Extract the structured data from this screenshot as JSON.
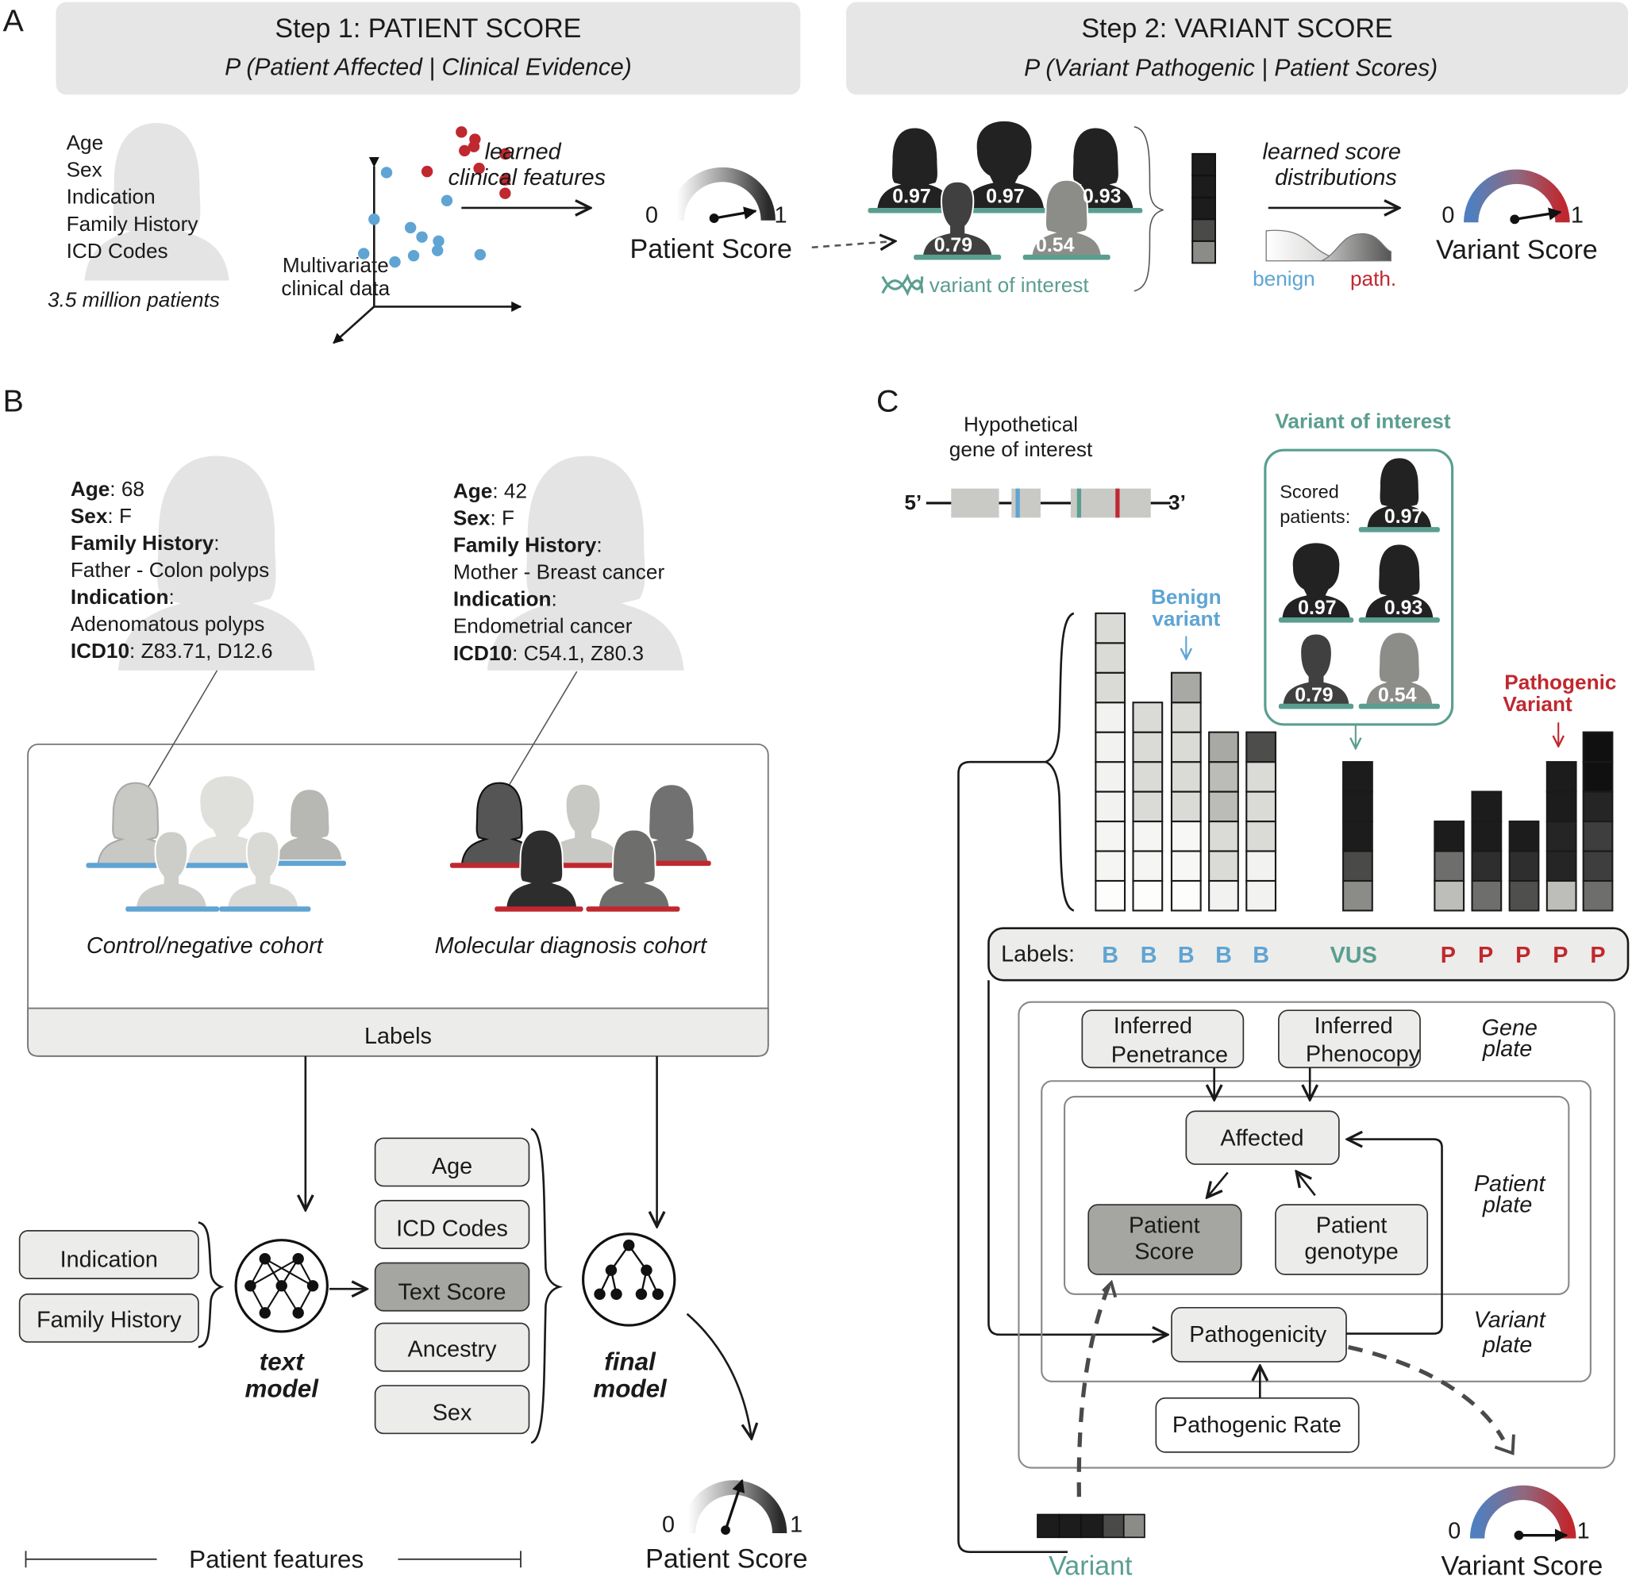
{
  "colors": {
    "blue": "#5fa4d3",
    "red": "#c0282f",
    "teal": "#5a9e8f",
    "header_gray": "#e6e6e6",
    "silhouette_light": "#e4e4e4",
    "dark": "#1e1e1e"
  },
  "panel_a": {
    "letter": "A",
    "step1": {
      "title": "Step 1: PATIENT SCORE",
      "subtitle": "P (Patient Affected | Clinical Evidence)"
    },
    "step2": {
      "title": "Step 2: VARIANT SCORE",
      "subtitle": "P (Variant Pathogenic | Patient Scores)"
    },
    "features": [
      "Age",
      "Sex",
      "Indication",
      "Family History",
      "ICD Codes"
    ],
    "patients_count": "3.5 million patients",
    "scatter_caption_1": "Multivariate",
    "scatter_caption_2": "clinical data",
    "arrow1_label_1": "learned",
    "arrow1_label_2": "clinical features",
    "patient_gauge": {
      "min": "0",
      "max": "1",
      "label": "Patient Score",
      "value": 0.95
    },
    "scored_patients": [
      "0.97",
      "0.97",
      "0.93",
      "0.79",
      "0.54"
    ],
    "variant_of_interest": "variant of interest",
    "arrow2_label_1": "learned score",
    "arrow2_label_2": "distributions",
    "dist_benign": "benign",
    "dist_path": "path.",
    "variant_gauge": {
      "min": "0",
      "max": "1",
      "label": "Variant Score",
      "value": 0.95
    }
  },
  "panel_b": {
    "letter": "B",
    "patient1": {
      "age_k": "Age",
      "age_v": ": 68",
      "sex_k": "Sex",
      "sex_v": ": F",
      "fh_k": "Family History",
      "fh_colon": ":",
      "fh_v": "Father - Colon polyps",
      "ind_k": "Indication",
      "ind_colon": ":",
      "ind_v": "Adenomatous polyps",
      "icd_k": "ICD10",
      "icd_v": ": Z83.71, D12.6"
    },
    "patient2": {
      "age_k": "Age",
      "age_v": ": 42",
      "sex_k": "Sex",
      "sex_v": ": F",
      "fh_k": "Family History",
      "fh_colon": ":",
      "fh_v": "Mother - Breast cancer",
      "ind_k": "Indication",
      "ind_colon": ":",
      "ind_v": "Endometrial cancer",
      "icd_k": "ICD10",
      "icd_v": ": C54.1, Z80.3"
    },
    "control_cohort": "Control/negative cohort",
    "diagnosis_cohort": "Molecular diagnosis cohort",
    "labels_bar": "Labels",
    "text_inputs": [
      "Indication",
      "Family History"
    ],
    "text_model_1": "text",
    "text_model_2": "model",
    "features": [
      "Age",
      "ICD Codes",
      "Text Score",
      "Ancestry",
      "Sex"
    ],
    "final_model_1": "final",
    "final_model_2": "model",
    "patient_gauge": {
      "min": "0",
      "max": "1",
      "label": "Patient Score",
      "value": 0.6
    },
    "patient_features": "Patient features"
  },
  "panel_c": {
    "letter": "C",
    "gene_title_1": "Hypothetical",
    "gene_title_2": "gene of interest",
    "five_prime": "5’",
    "three_prime": "3’",
    "voi_title": "Variant of interest",
    "scored_1": "Scored",
    "scored_2": "patients:",
    "voi_scores": [
      "0.97",
      "0.97",
      "0.93",
      "0.79",
      "0.54"
    ],
    "benign_1": "Benign",
    "benign_2": "variant",
    "pathogenic_1": "Pathogenic",
    "pathogenic_2": "Variant",
    "labels_prefix": "Labels:",
    "labels": [
      {
        "text": "B",
        "kind": "benign"
      },
      {
        "text": "B",
        "kind": "benign"
      },
      {
        "text": "B",
        "kind": "benign"
      },
      {
        "text": "B",
        "kind": "benign"
      },
      {
        "text": "B",
        "kind": "benign"
      },
      {
        "text": "VUS",
        "kind": "vus"
      },
      {
        "text": "P",
        "kind": "path"
      },
      {
        "text": "P",
        "kind": "path"
      },
      {
        "text": "P",
        "kind": "path"
      },
      {
        "text": "P",
        "kind": "path"
      },
      {
        "text": "P",
        "kind": "path"
      }
    ],
    "stacks": [
      {
        "kind": "benign",
        "cells": [
          "#fdfdfc",
          "#f5f5f3",
          "#f5f5f3",
          "#f2f2f0",
          "#f2f2f0",
          "#f2f2f0",
          "#f2f2f0",
          "#dadbd7",
          "#dadbd7",
          "#dadbd7"
        ]
      },
      {
        "kind": "benign",
        "cells": [
          "#fdfdfc",
          "#f5f5f3",
          "#f5f5f3",
          "#dadbd7",
          "#dadbd7",
          "#dadbd7",
          "#dadbd7"
        ]
      },
      {
        "kind": "benign",
        "cells": [
          "#fdfdfc",
          "#f7f7f5",
          "#f7f7f5",
          "#dadbd7",
          "#dadbd7",
          "#dadbd7",
          "#dadbd7",
          "#a8a9a5"
        ]
      },
      {
        "kind": "benign",
        "cells": [
          "#f2f2f0",
          "#dadbd7",
          "#dadbd7",
          "#bbbcb8",
          "#bbbcb8",
          "#a8a9a5"
        ]
      },
      {
        "kind": "benign",
        "cells": [
          "#f2f2f0",
          "#f2f2f0",
          "#dadbd7",
          "#dadbd7",
          "#dadbd7",
          "#4d4e4c"
        ]
      },
      {
        "kind": "vus",
        "cells": [
          "#8b8c88",
          "#4a4b49",
          "#1c1c1c",
          "#1c1c1c",
          "#1c1c1c"
        ]
      },
      {
        "kind": "path",
        "cells": [
          "#bdbdb9",
          "#6e6f6c",
          "#1c1c1c"
        ]
      },
      {
        "kind": "path",
        "cells": [
          "#6e6f6c",
          "#2e2e2e",
          "#1c1c1c",
          "#1c1c1c"
        ]
      },
      {
        "kind": "path",
        "cells": [
          "#4f504e",
          "#2e2e2e",
          "#1c1c1c"
        ]
      },
      {
        "kind": "path",
        "cells": [
          "#bdbdb9",
          "#252525",
          "#252525",
          "#1c1c1c",
          "#1c1c1c"
        ]
      },
      {
        "kind": "path",
        "cells": [
          "#6e6f6c",
          "#3e3e3e",
          "#3e3e3e",
          "#252525",
          "#101010",
          "#101010"
        ]
      }
    ],
    "nodes": {
      "inferred_penetrance_1": "Inferred",
      "inferred_penetrance_2": "Penetrance",
      "inferred_phenocopy_1": "Inferred",
      "inferred_phenocopy_2": "Phenocopy",
      "affected": "Affected",
      "patient_score_1": "Patient",
      "patient_score_2": "Score",
      "patient_genotype_1": "Patient",
      "patient_genotype_2": "genotype",
      "pathogenicity": "Pathogenicity",
      "pathogenic_rate": "Pathogenic Rate"
    },
    "plates": {
      "gene_1": "Gene",
      "gene_2": "plate",
      "patient_1": "Patient",
      "patient_2": "plate",
      "variant_1": "Variant",
      "variant_2": "plate"
    },
    "variant_label": "Variant",
    "variant_gauge": {
      "min": "0",
      "max": "1",
      "label": "Variant Score",
      "value": 0.98
    }
  }
}
